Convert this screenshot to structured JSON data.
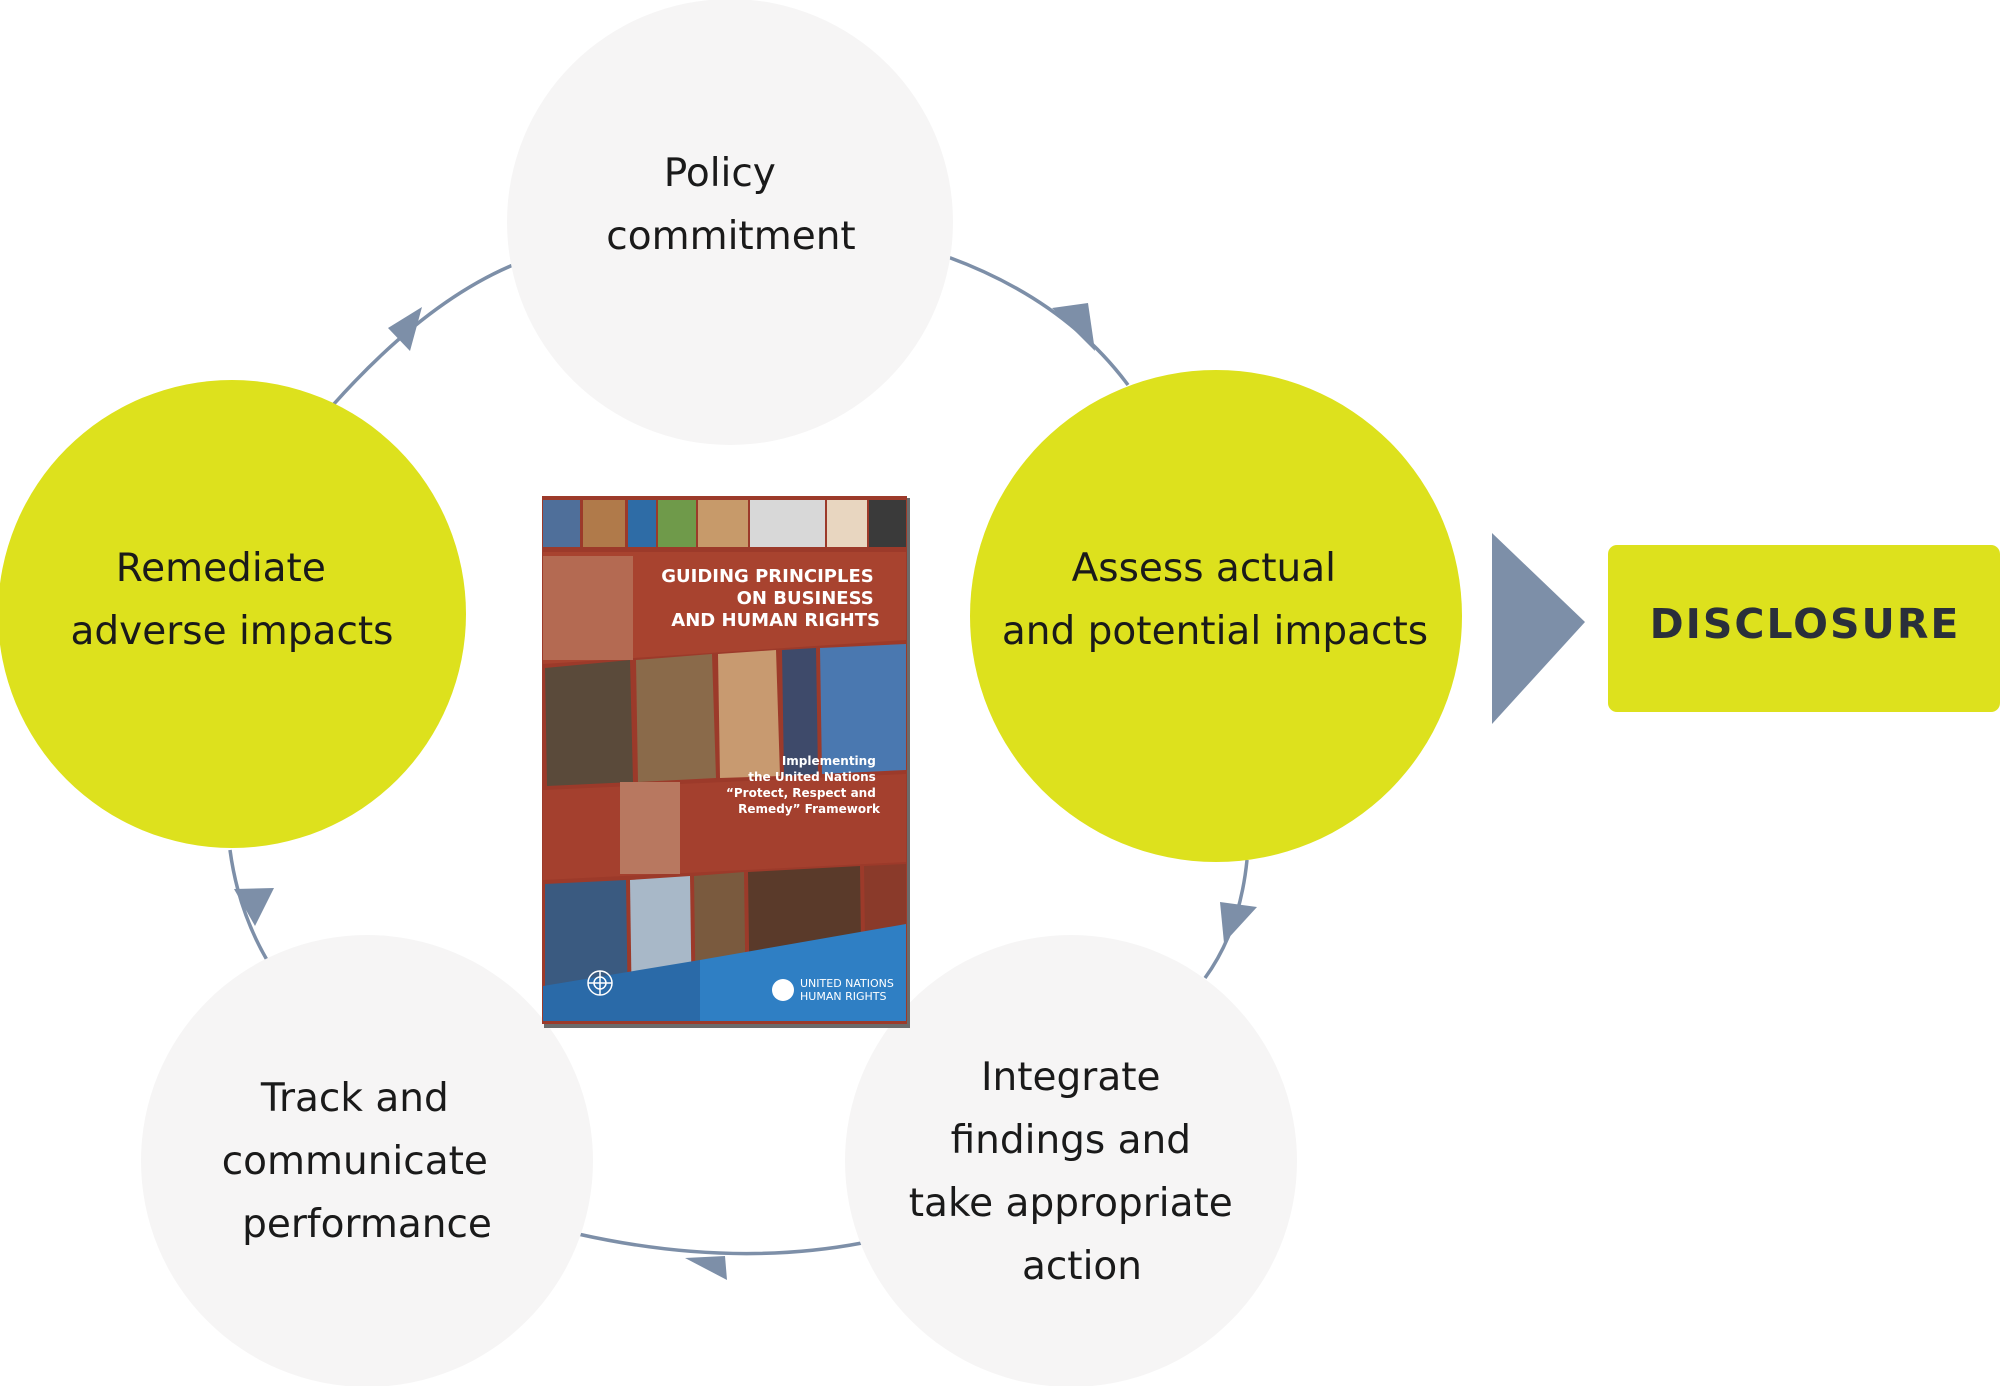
{
  "colors": {
    "lime": "#dde11d",
    "grey_circle": "#f6f5f5",
    "arrow": "#7d8fa8",
    "cover_red": "#9c3a2a",
    "cover_blue": "#2f7fc4"
  },
  "nodes": {
    "policy": {
      "lines": [
        "Policy",
        "commitment"
      ]
    },
    "assess": {
      "lines": [
        "Assess actual",
        "and potential impacts"
      ]
    },
    "integrate": {
      "lines": [
        "Integrate",
        "findings and",
        "take appropriate",
        "action"
      ]
    },
    "track": {
      "lines": [
        "Track and",
        "communicate",
        "performance"
      ]
    },
    "remediate": {
      "lines": [
        "Remediate",
        "adverse impacts"
      ]
    }
  },
  "disclosure": {
    "label": "DISCLOSURE"
  },
  "cover": {
    "title_lines": [
      "GUIDING PRINCIPLES",
      "ON BUSINESS",
      "AND HUMAN RIGHTS"
    ],
    "subtitle_lines": [
      "Implementing",
      "the United Nations",
      "“Protect, Respect and",
      "Remedy” Framework"
    ],
    "un_lines": [
      "UNITED NATIONS",
      "HUMAN RIGHTS"
    ]
  },
  "icons": [
    "arrow-right-icon",
    "cycle-arrow-icon",
    "un-emblem-icon"
  ]
}
